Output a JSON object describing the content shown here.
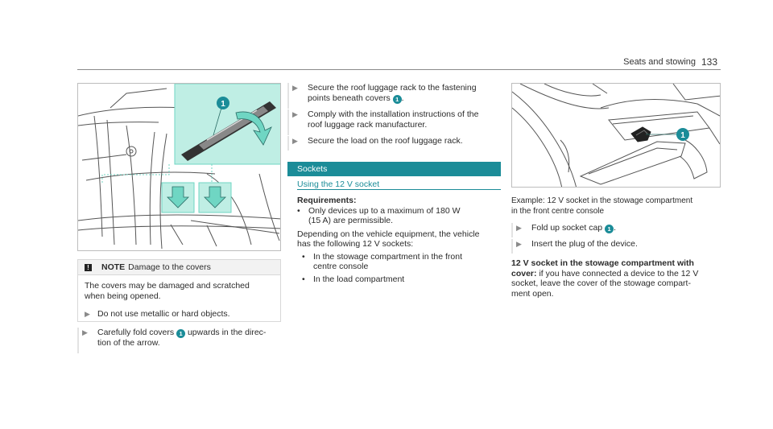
{
  "header": {
    "title": "Seats and stowing",
    "page": "133"
  },
  "note": {
    "label": "NOTE",
    "title": "Damage to the covers",
    "body": "The covers may be damaged and scratched when being opened.",
    "action": "Do not use metallic or hard objects."
  },
  "figure_left": {
    "callout": "1"
  },
  "left_step": {
    "line1_pre": "Carefully fold covers",
    "line1_post": "upwards in the direc-",
    "line2": "tion of the arrow.",
    "ref": "1"
  },
  "mid_steps": [
    {
      "line1": "Secure the roof luggage rack to the fastening",
      "line2_pre": "points beneath covers",
      "line2_post": ".",
      "ref": "1"
    },
    {
      "line1": "Comply with the installation instructions of the",
      "line2": "roof luggage rack manufacturer."
    },
    {
      "line1": "Secure the load on the roof luggage rack."
    }
  ],
  "section": {
    "title": "Sockets",
    "subtitle": "Using the 12 V socket",
    "requirements_label": "Requirements:",
    "req_items": [
      "Only devices up to a maximum of 180 W",
      "(15 A) are permissible."
    ],
    "para": [
      "Depending on the vehicle equipment, the vehicle",
      "has the following 12 V sockets:"
    ],
    "sockets": [
      {
        "line1": "In the stowage compartment in the front",
        "line2": "centre console"
      },
      {
        "line1": "In the load compartment"
      }
    ]
  },
  "figure_right": {
    "callout": "1",
    "caption": [
      "Example: 12 V socket in the stowage compartment",
      "in the front centre console"
    ]
  },
  "right_steps": [
    {
      "text_pre": "Fold up socket cap",
      "text_post": ".",
      "ref": "1"
    },
    {
      "text": "Insert the plug of the device."
    }
  ],
  "info": {
    "heading": "12 V socket in the stowage compartment with",
    "label": "cover:",
    "lines": [
      "if you have connected a device to the 12 V",
      "socket, leave the cover of the stowage compart-",
      "ment open."
    ]
  },
  "colors": {
    "accent": "#1b8c98",
    "highlight": "#6fd6c3"
  }
}
